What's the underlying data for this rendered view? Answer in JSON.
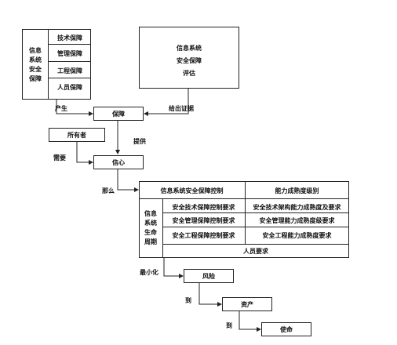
{
  "top_left": {
    "vertical_label": [
      "信息",
      "系统",
      "安全",
      "保障"
    ],
    "items": [
      "技术保障",
      "管理保障",
      "工程保障",
      "人员保障"
    ]
  },
  "top_right": {
    "lines": [
      "信息系统",
      "安全保障",
      "评估"
    ]
  },
  "edges": {
    "produce": "产生",
    "give_evidence": "给出证据",
    "provide": "提供",
    "need": "需要",
    "then": "那么",
    "minimize": "最小化",
    "to1": "到",
    "to2": "到"
  },
  "nodes": {
    "guarantee": "保障",
    "owner": "所有者",
    "confidence": "信心",
    "risk": "风险",
    "asset": "资产",
    "mission": "使命"
  },
  "table": {
    "header_left": "信息系统安全保障控制",
    "header_right": "能力成熟度级别",
    "lifecycle_label": [
      "信息",
      "系统",
      "生命",
      "周期"
    ],
    "rows": [
      {
        "left": "安全技术保障控制要求",
        "right": "安全技术架构能力成熟度及要求"
      },
      {
        "left": "安全管理保障控制要求",
        "right": "安全管理能力成熟度级要求"
      },
      {
        "left": "安全工程保障控制要求",
        "right": "安全工程能力成熟度要求"
      }
    ],
    "personnel": "人员要求"
  }
}
